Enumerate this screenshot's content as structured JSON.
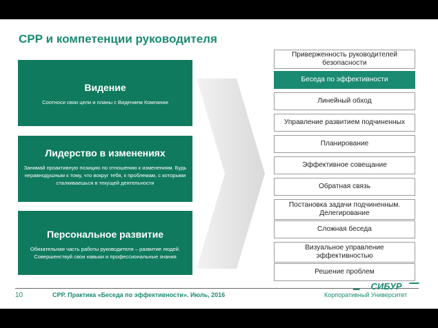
{
  "title": "СРР и компетенции руководителя",
  "left_boxes": [
    {
      "heading": "Видение",
      "desc": "Соотноси свои цели и планы с Видением Компании"
    },
    {
      "heading": "Лидерство в изменениях",
      "desc": "Занимай проактивную позицию по отношению к изменениям. Будь неравнодушным к тому, что вокруг тебя, к проблемам, с которыми сталкиваешься в текущей деятельности"
    },
    {
      "heading": "Персональное развитие",
      "desc": "Обязательная часть работы руководителя – развитие людей. Совершенствуй свои навыки и профессиональные знания"
    }
  ],
  "practices": [
    "Приверженность руководителей безопасности",
    "Беседа по эффективности",
    "Линейный обход",
    "Управление развитием подчиненных",
    "Планирование",
    "Эффективное совещание",
    "Обратная связь",
    "Постановка задачи подчиненным. Делегирование",
    "Сложная беседа",
    "Визуальное управление эффективностью",
    "Решение проблем"
  ],
  "active_practice_index": 1,
  "footer": {
    "page_number": "10",
    "text": "СРР. Практика «Беседа по эффективности». Июль, 2016",
    "right": "Корпоративный Университет",
    "logo_text": "СИБУР"
  },
  "colors": {
    "brand_green": "#1a8a72",
    "box_green": "#0f7a5e",
    "arrow_gray": "#e6e6e6"
  }
}
